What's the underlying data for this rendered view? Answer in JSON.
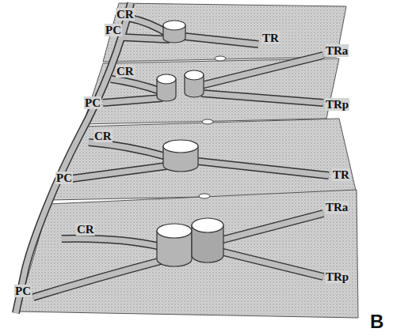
{
  "diagram": {
    "labels": [
      "CR",
      "PC",
      "TR",
      "CR",
      "TRa",
      "PC",
      "TRp",
      "CR",
      "PC",
      "TR",
      "CR",
      "TRa",
      "PC",
      "TRp",
      "B"
    ]
  }
}
